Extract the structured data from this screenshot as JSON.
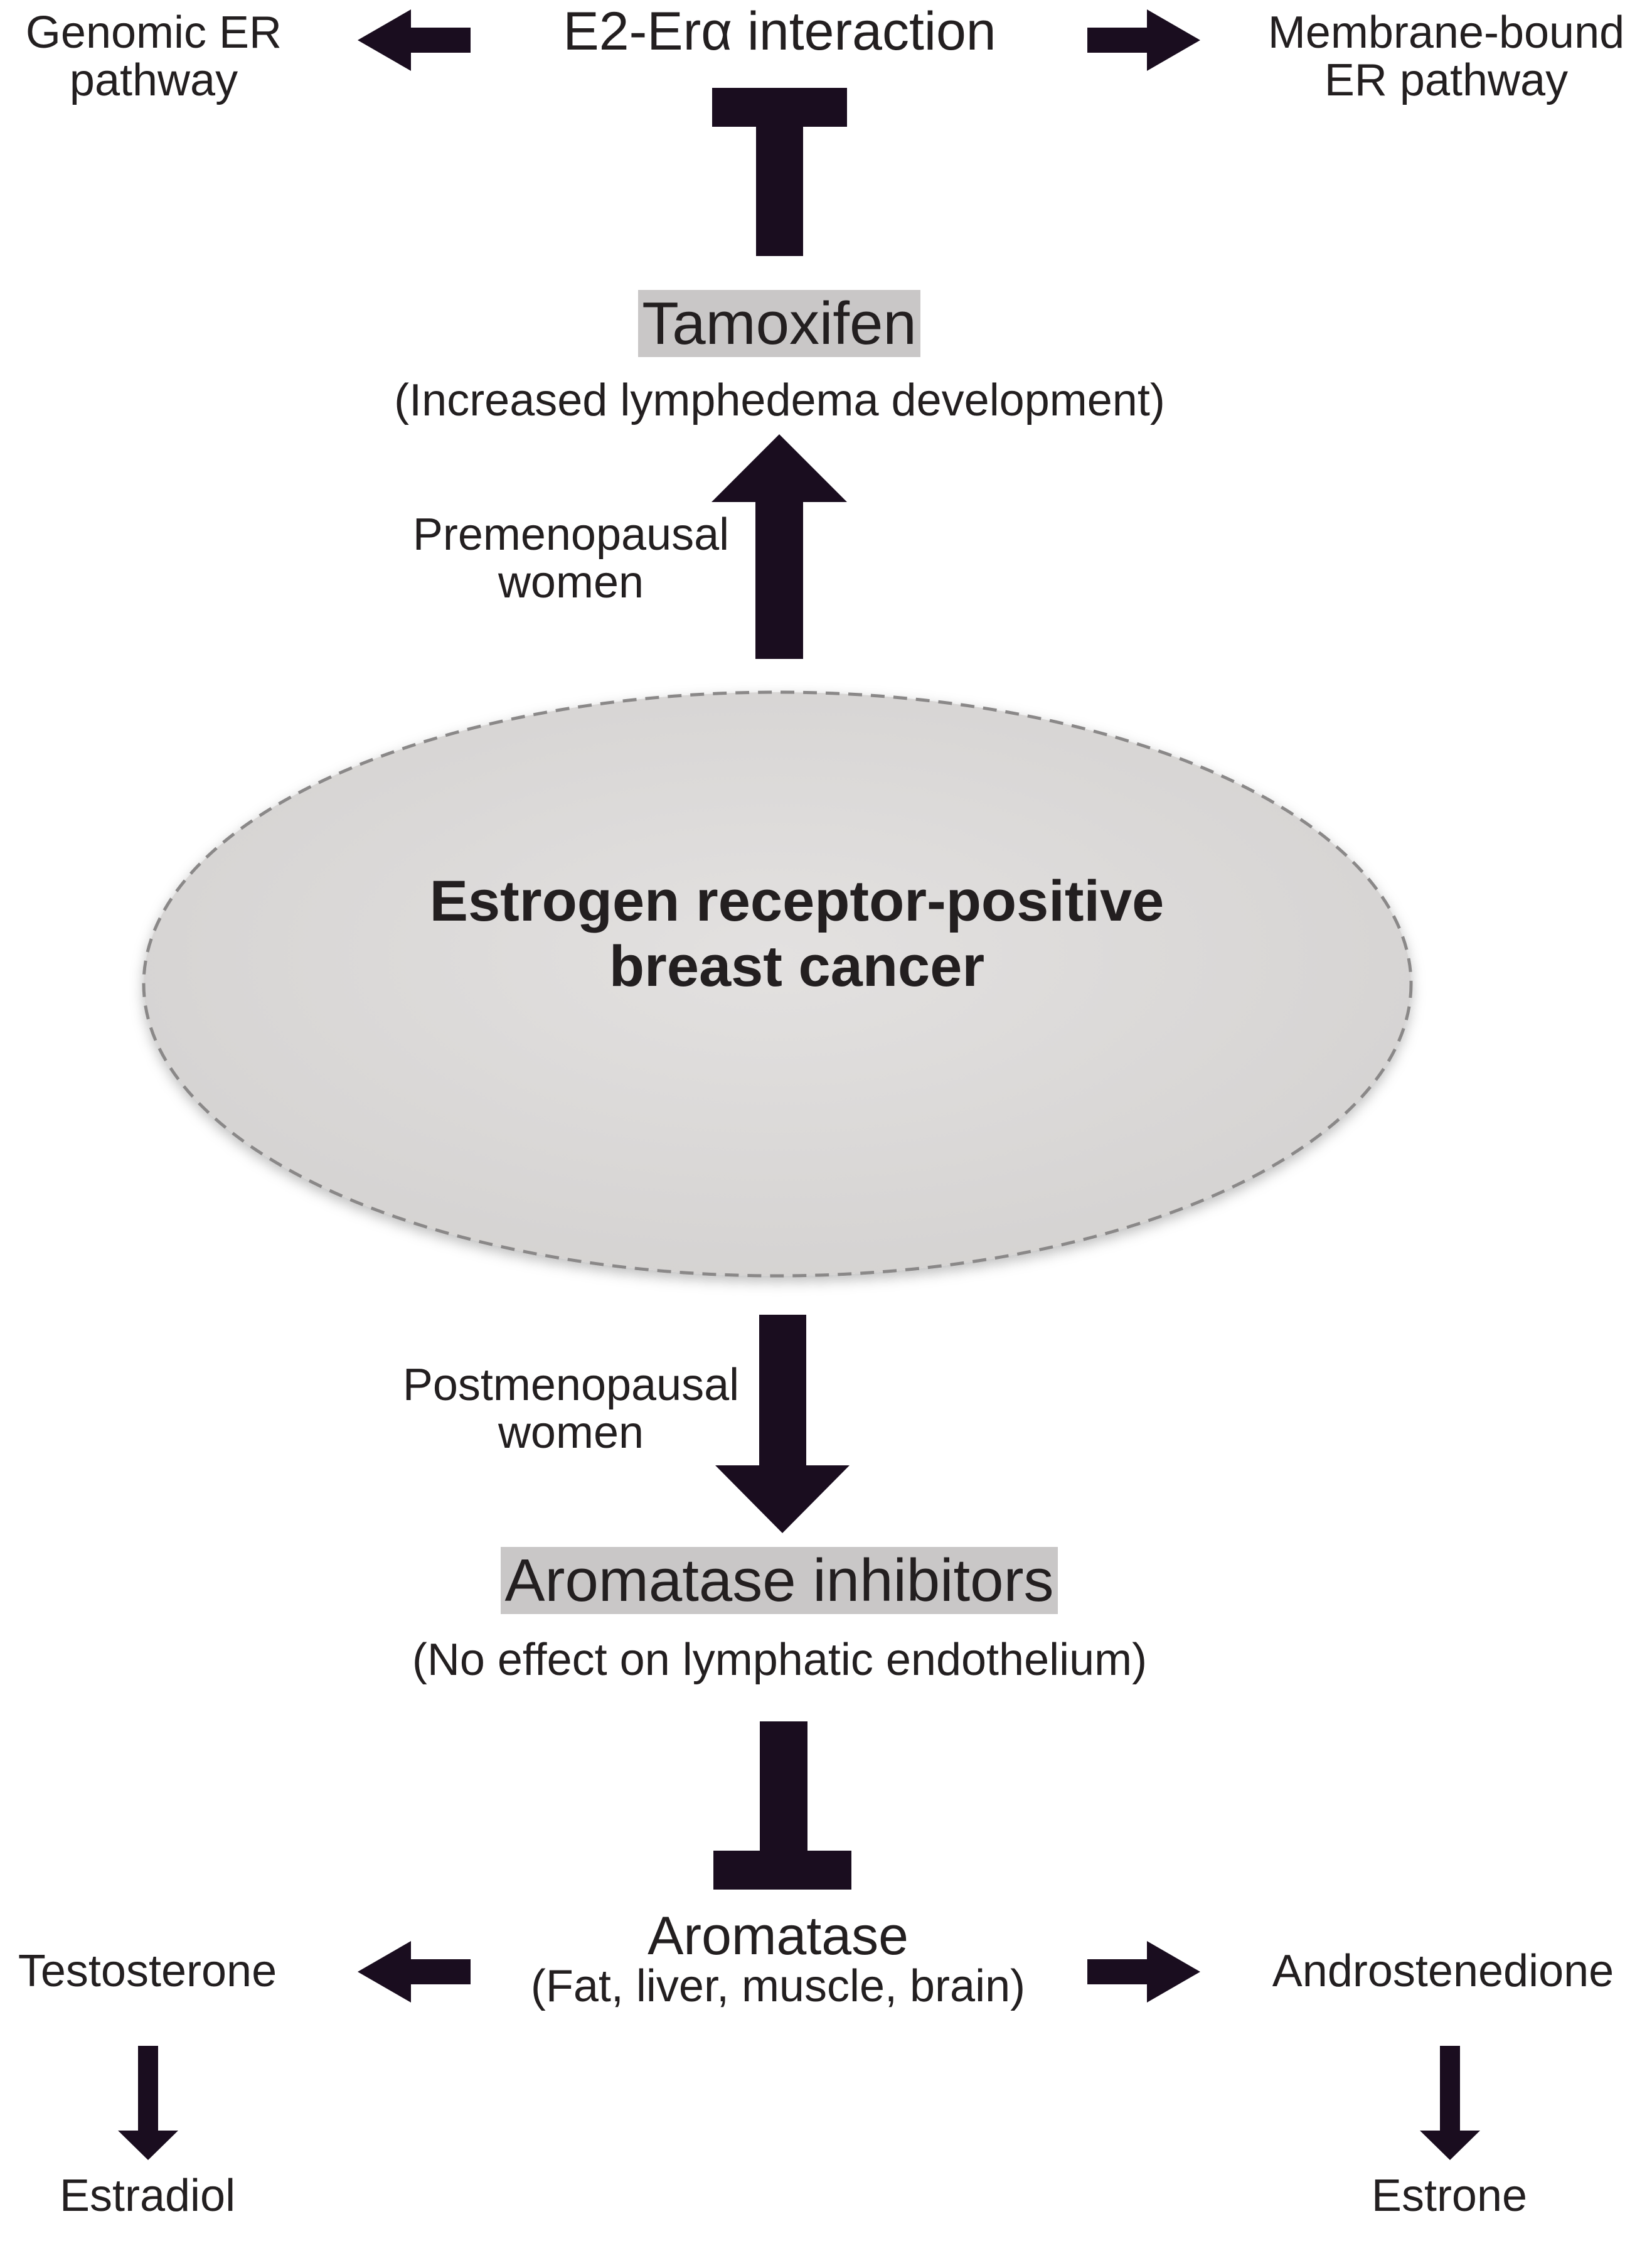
{
  "nodes": {
    "e2_era": "E2-Erα interaction",
    "genomic_er": [
      "Genomic ER",
      "pathway"
    ],
    "membrane_er": [
      "Membrane-bound",
      "ER pathway"
    ],
    "tamoxifen": "Tamoxifen",
    "tamoxifen_note": "(Increased lymphedema development)",
    "premenopausal": [
      "Premenopausal",
      "women"
    ],
    "center": [
      "Estrogen receptor-positive",
      "breast cancer"
    ],
    "postmenopausal": [
      "Postmenopausal",
      "women"
    ],
    "aromatase_inhibitors": "Aromatase inhibitors",
    "ai_note": "(No effect on lymphatic endothelium)",
    "aromatase": "Aromatase",
    "aromatase_sites": "(Fat, liver, muscle, brain)",
    "testosterone": "Testosterone",
    "androstenedione": "Androstenedione",
    "estradiol": "Estradiol",
    "estrone": "Estrone"
  },
  "colors": {
    "arrow": "#1a0d1f",
    "text": "#231f20",
    "ellipse_fill": "#dcdad9",
    "ellipse_border": "#8a8888",
    "drug_highlight": "#c9c7c7"
  }
}
